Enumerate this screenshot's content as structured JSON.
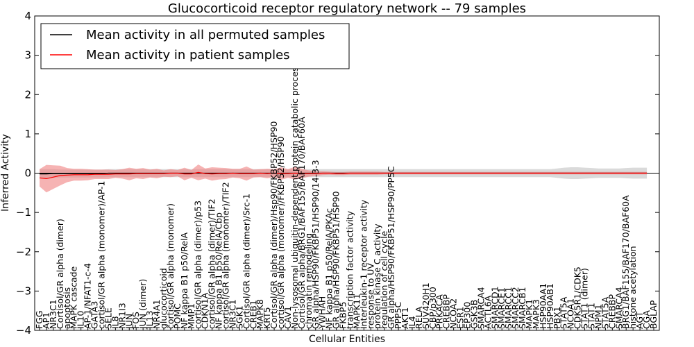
{
  "chart_data": {
    "type": "line",
    "title": "Glucocorticoid receptor regulatory network -- 79 samples",
    "xlabel": "Cellular Entities",
    "ylabel": "Inferred Activity",
    "ylim": [
      -4,
      4
    ],
    "yticks": [
      "4",
      "3",
      "2",
      "1",
      "0",
      "−1",
      "−2",
      "−3",
      "−4"
    ],
    "grid": false,
    "legend_position": "top-left",
    "categories": [
      "FGG",
      "AP1",
      "NR3C1",
      "Cortisol/GR alpha (dimer)",
      "apoptosis",
      "MAPK cascade",
      "IL10",
      "AP-1/NFAT1-c-4",
      "GATA3",
      "cortisol/GR alpha (monomer)/AP-1",
      "SELE",
      "IL8",
      "NR1I3",
      "JUN",
      "FOS",
      "JUN (dimer)",
      "IL13",
      "NR4A1",
      "glucocorticoid",
      "cortisol/GR alpha (monomer)",
      "POMC",
      "NF kappa B1 p50/RelA",
      "MMP1",
      "cortisol/GR alpha (dimer)/p53",
      "CDKN1A",
      "cortisol/GR alpha (dimer)/TIF2",
      "NF kappa B1 p50/RelA/Cbp",
      "cortisol/GR alpha (monomer)/TIF2",
      "NR3C1",
      "SGK1",
      "Cortisol/GR alpha (dimer)/Src-1",
      "CREB1",
      "MAPK8",
      "KRT5",
      "Cortisol/GR alpha (dimer)/Hsp90/FKBP52/HSP90",
      "cortisol/GR alpha (monomer)/FKBP52/HSP90",
      "CAV1",
      "Non-lysosomal ubiquitin-dependent protein catabolic process",
      "Cortisol/GR alpha/BRG1/BAF155/BAF170/BAF60A",
      "chromatin remodeling",
      "GR alpha/HSP90/FKBP51/HSP90/14-3-3",
      "YWHAH",
      "NF kappa B1 p50/RelA/PKAc",
      "GR alpha/HSP90/FKBP51/HSP90",
      "FKBP5",
      "transcription factor activity",
      "MAPK11",
      "Interleukin-1 receptor activity",
      "response to UV",
      "protein kinase C activity",
      "regulation of cell cycle",
      "GR alpha/HSP90/FKBP51/HSP90/PP5C",
      "PPP5C",
      "AKT1",
      "IL4",
      "RELA",
      "SUV420H1",
      "CBP/p300",
      "PRKACA",
      "CREBBP",
      "NCOA2",
      "ESR1",
      "EP300",
      "GSK3B",
      "SMARCA4",
      "ACTL6A",
      "SMARCD1",
      "SMARCE1",
      "SMARCC1",
      "SMARCC2",
      "SMARCB1",
      "MAPK1",
      "MAPK3",
      "HSP90AA1",
      "HSP90AB1",
      "PBX1",
      "STAT5A",
      "NCOA1",
      "CDK5R1/CDK5",
      "STAT1 (dimer)",
      "STAT1",
      "NPM1",
      "STAT5A",
      "CREBBP",
      "SMARCA4",
      "BRG1/BAF155/BAF170/BAF60A",
      "histone acetylation",
      "AGT",
      "CGA",
      "BGLAP"
    ],
    "series": [
      {
        "name": "Mean activity in all permuted samples",
        "color": "#000000",
        "values": [
          -0.02,
          -0.02,
          -0.01,
          -0.01,
          -0.01,
          -0.01,
          -0.01,
          -0.01,
          -0.01,
          -0.01,
          0.0,
          0.0,
          0.0,
          0.0,
          0.0,
          0.0,
          0.0,
          0.0,
          0.0,
          0.0,
          0.0,
          0.0,
          0.0,
          0.0,
          0.0,
          0.0,
          0.0,
          0.0,
          0.0,
          0.0,
          0.0,
          0.0,
          0.0,
          0.0,
          0.0,
          0.0,
          0.0,
          0.0,
          0.0,
          0.0,
          0.0,
          0.0,
          0.0,
          0.0,
          0.0,
          0.0,
          0.0,
          0.0,
          0.0,
          0.0,
          0.0,
          0.0,
          0.0,
          0.0,
          0.0,
          0.0,
          0.0,
          0.0,
          0.0,
          0.0,
          0.0,
          0.0,
          0.0,
          0.0,
          0.0,
          0.0,
          0.0,
          0.0,
          0.0,
          0.0,
          0.0,
          0.0,
          0.0,
          0.0,
          0.0,
          0.0,
          0.0,
          0.0,
          0.0,
          0.0,
          0.0,
          0.0,
          0.0,
          0.0,
          0.0,
          0.0,
          0.0,
          0.0,
          0.0
        ],
        "band_half_width": [
          0.12,
          0.12,
          0.11,
          0.1,
          0.1,
          0.1,
          0.1,
          0.1,
          0.1,
          0.1,
          0.1,
          0.1,
          0.1,
          0.1,
          0.1,
          0.1,
          0.1,
          0.1,
          0.1,
          0.1,
          0.1,
          0.1,
          0.1,
          0.1,
          0.1,
          0.1,
          0.1,
          0.1,
          0.1,
          0.1,
          0.1,
          0.1,
          0.1,
          0.1,
          0.1,
          0.1,
          0.1,
          0.1,
          0.1,
          0.1,
          0.1,
          0.1,
          0.1,
          0.1,
          0.1,
          0.1,
          0.1,
          0.1,
          0.1,
          0.1,
          0.1,
          0.1,
          0.1,
          0.1,
          0.1,
          0.1,
          0.1,
          0.1,
          0.1,
          0.1,
          0.1,
          0.1,
          0.1,
          0.1,
          0.1,
          0.1,
          0.1,
          0.1,
          0.1,
          0.1,
          0.1,
          0.1,
          0.1,
          0.1,
          0.1,
          0.12,
          0.14,
          0.15,
          0.15,
          0.14,
          0.13,
          0.12,
          0.12,
          0.12,
          0.12,
          0.13,
          0.14,
          0.14,
          0.14
        ]
      },
      {
        "name": "Mean activity in patient samples",
        "color": "#ff0000",
        "values": [
          -0.12,
          -0.14,
          -0.1,
          -0.06,
          -0.05,
          -0.04,
          -0.04,
          -0.04,
          -0.03,
          -0.03,
          -0.03,
          -0.02,
          -0.02,
          -0.02,
          -0.01,
          -0.01,
          -0.01,
          -0.01,
          -0.01,
          0.0,
          0.0,
          -0.02,
          -0.02,
          0.02,
          -0.01,
          -0.02,
          -0.01,
          -0.01,
          0.0,
          -0.01,
          -0.01,
          -0.01,
          0.0,
          -0.01,
          0.0,
          -0.01,
          -0.01,
          0.0,
          -0.01,
          -0.01,
          -0.01,
          0.0,
          0.0,
          -0.01,
          -0.01,
          0.0,
          0.0,
          0.0,
          0.0,
          0.0,
          0.0,
          0.0,
          0.0,
          0.0,
          0.0,
          0.0,
          0.0,
          0.0,
          0.0,
          0.0,
          0.0,
          0.0,
          0.0,
          0.0,
          0.0,
          0.0,
          0.0,
          0.0,
          0.0,
          0.0,
          0.0,
          0.0,
          0.0,
          0.0,
          0.0,
          0.0,
          0.0,
          0.0,
          0.0,
          0.0,
          0.0,
          0.0,
          0.0,
          0.0,
          0.0,
          0.0,
          0.0,
          0.0,
          0.0
        ],
        "band_half_width": [
          0.22,
          0.35,
          0.3,
          0.25,
          0.18,
          0.15,
          0.15,
          0.14,
          0.12,
          0.12,
          0.12,
          0.1,
          0.12,
          0.16,
          0.12,
          0.14,
          0.1,
          0.12,
          0.08,
          0.1,
          0.08,
          0.16,
          0.1,
          0.2,
          0.13,
          0.17,
          0.15,
          0.14,
          0.11,
          0.12,
          0.18,
          0.1,
          0.1,
          0.12,
          0.1,
          0.16,
          0.11,
          0.16,
          0.12,
          0.08,
          0.06,
          0.05,
          0.04,
          0.04,
          0.04,
          0.04,
          0.04,
          0.04,
          0.04,
          0.04,
          0.03,
          0.03,
          0.03,
          0.03,
          0.03,
          0.03,
          0.03,
          0.03,
          0.03,
          0.03,
          0.03,
          0.03,
          0.03,
          0.03,
          0.03,
          0.03,
          0.03,
          0.03,
          0.03,
          0.03,
          0.03,
          0.03,
          0.03,
          0.03,
          0.03,
          0.03,
          0.03,
          0.03,
          0.03,
          0.03,
          0.03,
          0.03,
          0.03,
          0.03,
          0.03,
          0.03,
          0.03,
          0.03,
          0.03
        ]
      }
    ],
    "legend": [
      {
        "label": "Mean activity in all permuted samples",
        "color": "#000000"
      },
      {
        "label": "Mean activity in patient samples",
        "color": "#ff0000"
      }
    ],
    "band_colors": {
      "permuted": "#bbbbbb",
      "patient": "#f08080"
    }
  }
}
